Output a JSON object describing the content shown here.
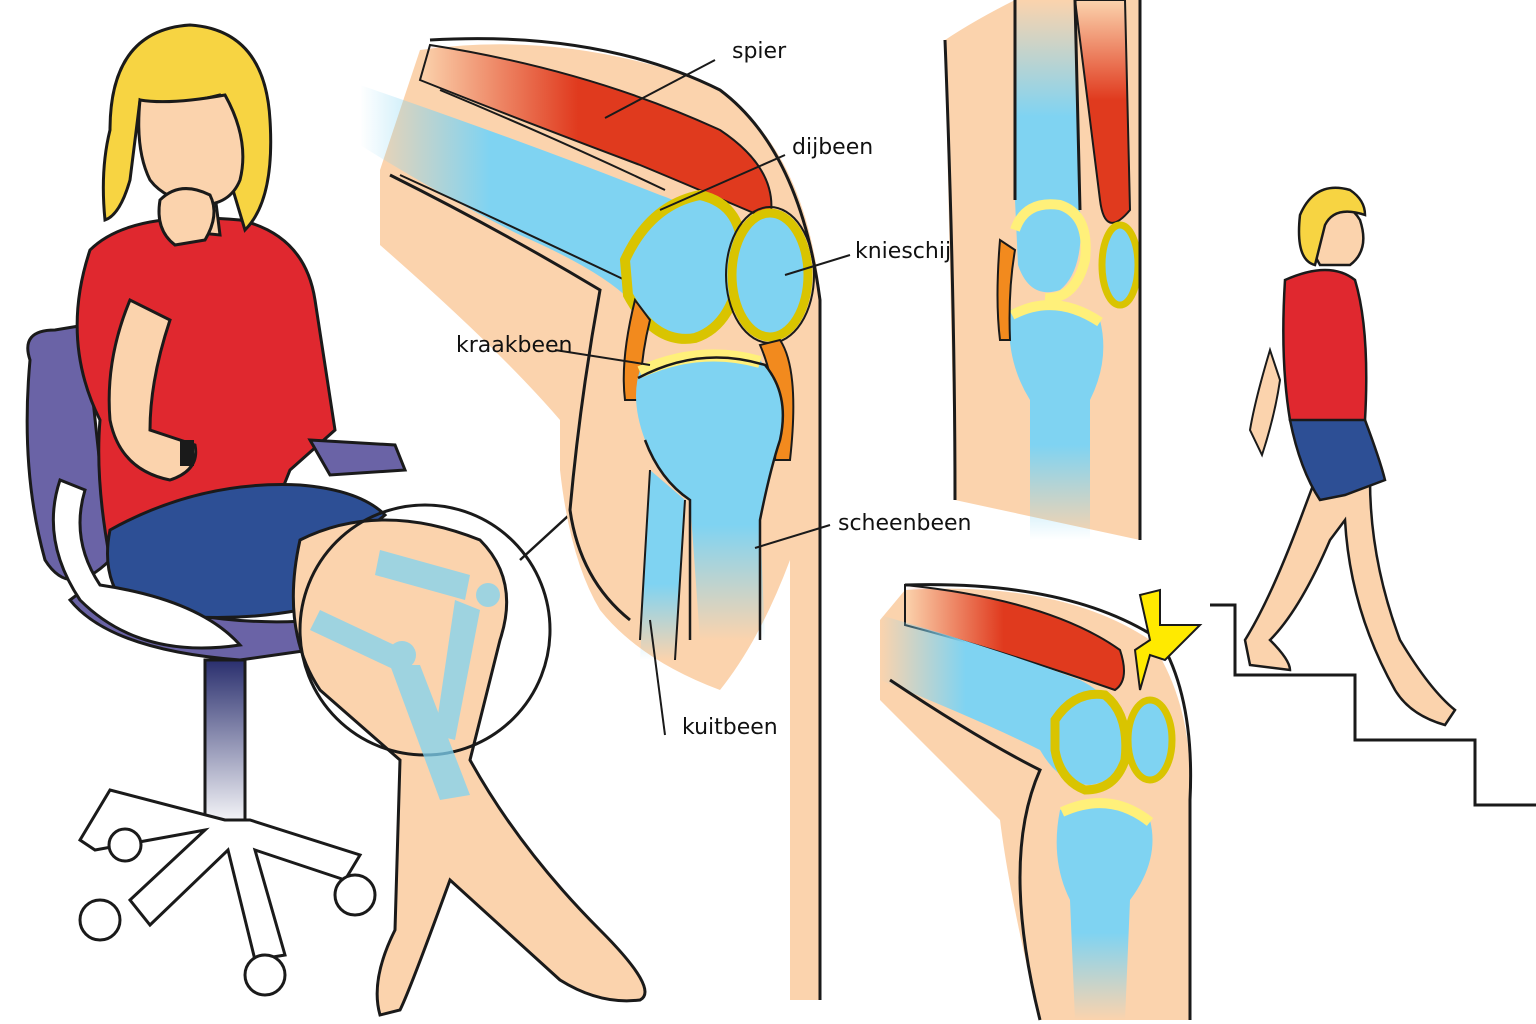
{
  "labels": {
    "spier": "spier",
    "dijbeen": "dijbeen",
    "knieschijf": "knieschijf",
    "kraakbeen": "kraakbeen",
    "scheenbeen": "scheenbeen",
    "kuitbeen": "kuitbeen"
  },
  "colors": {
    "skin": "#FBD3AD",
    "bone": "#7FD3F2",
    "muscle": "#E03A1E",
    "cartilage": "#FFF07A",
    "cartilage_outline": "#D9C400",
    "tendon": "#F28A1E",
    "shirt": "#E0282F",
    "shorts": "#2D4F95",
    "hair": "#F7D442",
    "chair_seat": "#6A63A6",
    "pain_bolt": "#FFEA00",
    "outline": "#1A1A1A"
  }
}
